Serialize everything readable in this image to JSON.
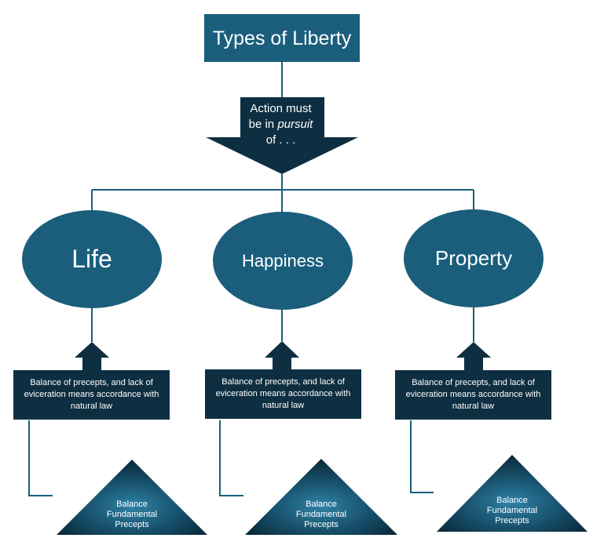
{
  "title": "Types of Liberty",
  "arrow": {
    "line1": "Action must",
    "line2_prefix": "be in ",
    "line2_emph": "pursuit",
    "line3": "of . . ."
  },
  "branches": [
    {
      "label": "Life",
      "description": "Balance of precepts, and lack of eviceration means accordance with natural law",
      "triangle": [
        "Balance",
        "Fundamental",
        "Precepts"
      ]
    },
    {
      "label": "Happiness",
      "description": "Balance of precepts, and lack of eviceration means accordance with natural law",
      "triangle": [
        "Balance",
        "Fundamental",
        "Precepts"
      ]
    },
    {
      "label": "Property",
      "description": "Balance of precepts, and lack of eviceration means accordance with natural law",
      "triangle": [
        "Balance",
        "Fundamental",
        "Precepts"
      ]
    }
  ],
  "colors": {
    "primary": "#1a5e7c",
    "dark": "#0e2f41",
    "line": "#1a5e7c"
  }
}
